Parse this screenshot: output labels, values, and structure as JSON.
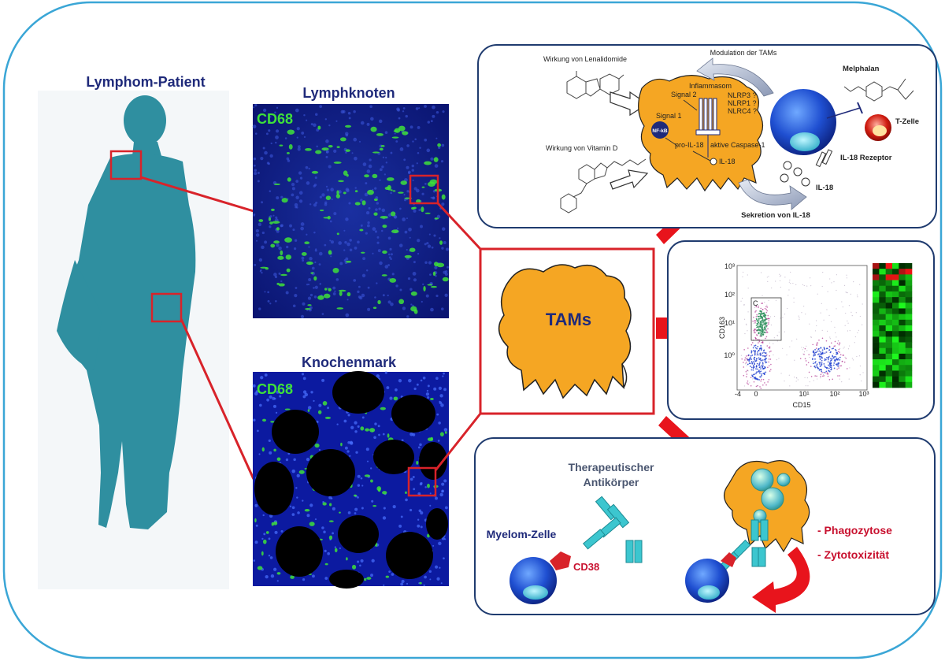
{
  "patient": {
    "title": "Lymphom-Patient"
  },
  "lymph_node": {
    "title": "Lymphknoten",
    "stain": "CD68"
  },
  "bone_marrow": {
    "title": "Knochenmark",
    "stain": "CD68"
  },
  "center": {
    "label": "TAMs"
  },
  "top_panel": {
    "modulation": "Modulation der TAMs",
    "lenalidomide": "Wirkung von Lenalidomide",
    "vitamin_d": "Wirkung von Vitamin D",
    "inflammasom": "Inflammasom",
    "signal2": "Signal 2",
    "signal1": "Signal 1",
    "nfkb": "NF-kB",
    "nlrp3": "NLRP3 ?",
    "nlrp1": "NLRP1 ?",
    "nlrc4": "NLRC4 ?",
    "pro_il18": "pro-IL-18",
    "caspase": "aktive Caspase-1",
    "il18_inner": "IL-18",
    "melphalan": "Melphalan",
    "t_cell": "T-Zelle",
    "il18_receptor": "IL-18 Rezeptor",
    "il18": "IL-18",
    "secretion": "Sekretion von IL-18"
  },
  "flow_panel": {
    "x_label": "CD15",
    "y_label": "CD163",
    "gate_label": "C",
    "y_ticks": [
      "10³",
      "10²",
      "10¹",
      "10⁰"
    ],
    "x_ticks": [
      "-4",
      "0",
      "10¹",
      "10²",
      "10³"
    ]
  },
  "bottom_panel": {
    "antibody_title_1": "Therapeutischer",
    "antibody_title_2": "Antikörper",
    "myeloma": "Myelom-Zelle",
    "cd38": "CD38",
    "phagocytosis": "- Phagozytose",
    "cytotoxicity": "- Zytotoxizität"
  },
  "colors": {
    "frame": "#3aa6d6",
    "panel_border": "#1f3b6f",
    "title": "#1f2a7a",
    "tam_orange": "#f5a623",
    "arrow_red": "#e8141c",
    "box_red": "#d8232a",
    "silhouette": "#2f8fa0",
    "stain_green": "#3ee03a"
  }
}
